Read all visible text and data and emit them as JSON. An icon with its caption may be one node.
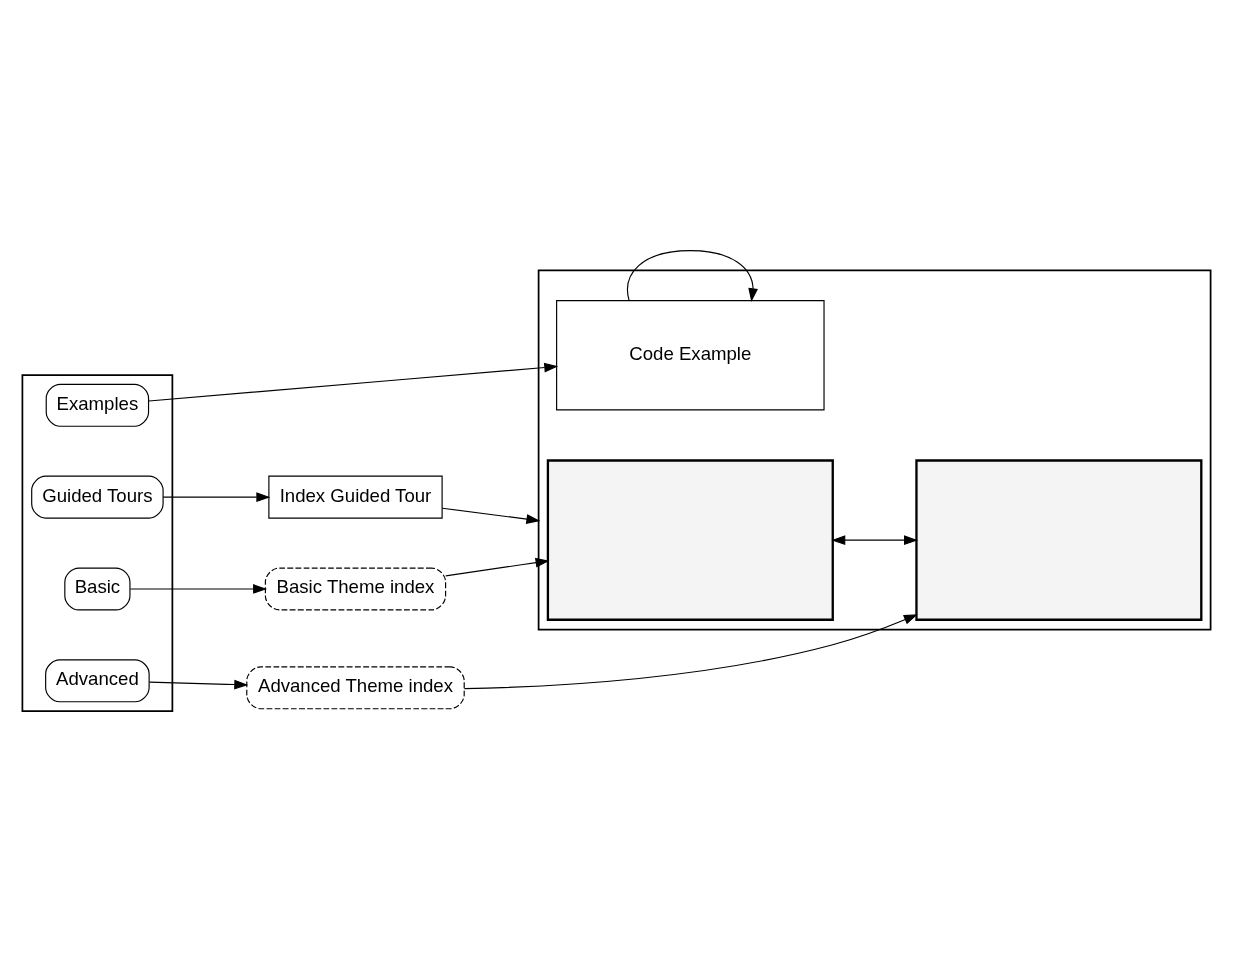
{
  "diagram": {
    "nodes": [
      {
        "text": [],
        "shape": "box"
      },
      {
        "text": [],
        "shape": "box"
      },
      {
        "text": [
          "Basic"
        ],
        "in": 0
      },
      {
        "text": [
          "Advanced"
        ],
        "in": 0
      },
      {
        "text": [
          "Examples"
        ],
        "in": 0
      },
      {
        "text": [
          "Guided Tours"
        ],
        "in": 0
      },
      {
        "text": [
          "Basic Theme index"
        ]
      },
      {
        "text": [
          "Advanced Theme index"
        ]
      },
      {
        "text": [
          "Index Guided Tour"
        ]
      },
      {
        "text": [],
        "shape": "box",
        "in": 1
      },
      {
        "text": [],
        "shape": "box",
        "in": 1
      },
      {
        "text": [
          "Code Example"
        ],
        "in": 1
      }
    ],
    "edges": [
      {
        "from": 2,
        "to": 6,
        "arrow": "to"
      },
      {
        "from": 3,
        "to": 7,
        "arrow": "to"
      },
      {
        "from": 4,
        "to": 11,
        "arrow": "to"
      },
      {
        "from": 5,
        "to": 8,
        "arrow": "to"
      },
      {
        "from": 6,
        "to": 9,
        "arrow": "to"
      },
      {
        "from": 7,
        "to": 10,
        "arrow": "to"
      },
      {
        "from": 8,
        "to": 1,
        "arrow": "to"
      },
      {
        "from": 9,
        "to": 10,
        "arrow": "both"
      },
      {
        "from": 11,
        "to": 11,
        "arrow": "to"
      }
    ]
  }
}
